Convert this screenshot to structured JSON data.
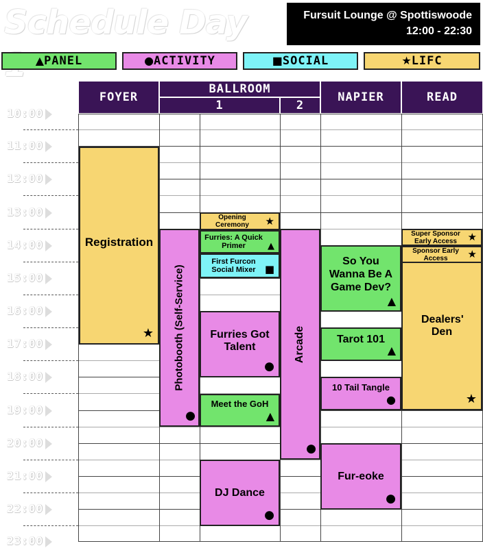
{
  "header": {
    "title": "Schedule Day 1",
    "venue_line1": "Fursuit Lounge @ Spottiswoode",
    "venue_line2": "12:00 - 22:30"
  },
  "legend": [
    {
      "glyph": "▲",
      "label": "PANEL",
      "color": "#72e46d"
    },
    {
      "glyph": "●",
      "label": "ACTIVITY",
      "color": "#e88ae6"
    },
    {
      "glyph": "■",
      "label": "SOCIAL",
      "color": "#7ef3f7"
    },
    {
      "glyph": "★",
      "label": "LIFC",
      "color": "#f7d672"
    }
  ],
  "rooms": {
    "foyer": "FOYER",
    "ballroom": "BALLROOM",
    "ballroom_1": "1",
    "ballroom_2": "2",
    "napier": "NAPIER",
    "read": "READ"
  },
  "times": [
    "10:00",
    "11:00",
    "12:00",
    "13:00",
    "14:00",
    "15:00",
    "16:00",
    "17:00",
    "18:00",
    "19:00",
    "20:00",
    "21:00",
    "22:00",
    "23:00"
  ],
  "events": {
    "registration": "Registration",
    "photobooth": "Photobooth (Self-Service)",
    "opening": "Opening Ceremony",
    "primer": "Furries: A Quick Primer",
    "mixer": "First Furcon Social Mixer",
    "talent": "Furries Got Talent",
    "goh": "Meet the GoH",
    "dj": "DJ Dance",
    "arcade": "Arcade",
    "gamedev": "So You Wanna Be A Game Dev?",
    "tarot": "Tarot 101",
    "tailtangle": "10 Tail Tangle",
    "fureoke": "Fur-eoke",
    "supersponsor": "Super Sponsor Early Access",
    "sponsor": "Sponsor Early Access",
    "dealers": "Dealers' Den"
  },
  "icons": {
    "panel": "triangle-icon",
    "activity": "circle-icon",
    "social": "square-icon",
    "lifc": "star-icon"
  }
}
